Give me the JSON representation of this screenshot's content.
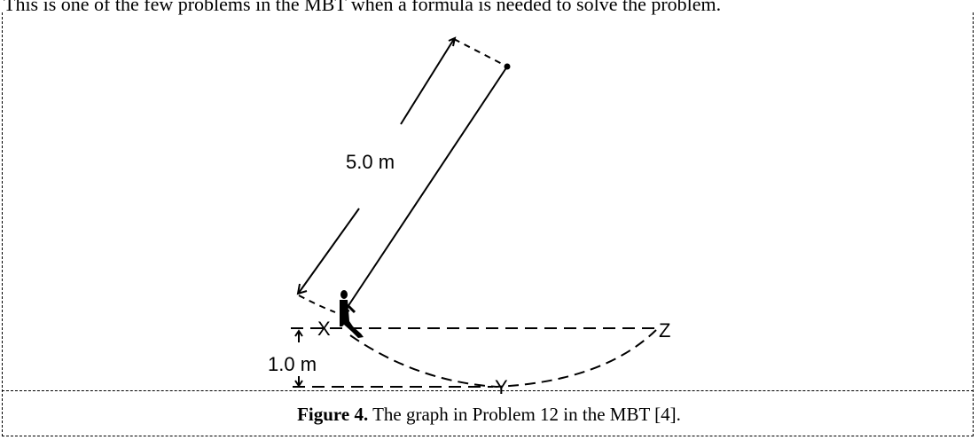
{
  "top_text": "This is one of the few problems in the MBT when a formula is needed to solve the problem.",
  "figure": {
    "length_label": "5.0 m",
    "height_label": "1.0 m",
    "point_x": "X",
    "point_y": "Y",
    "point_z": "Z"
  },
  "caption": {
    "bold": "Figure 4.",
    "text": " The graph in Problem 12 in the MBT [4]."
  }
}
